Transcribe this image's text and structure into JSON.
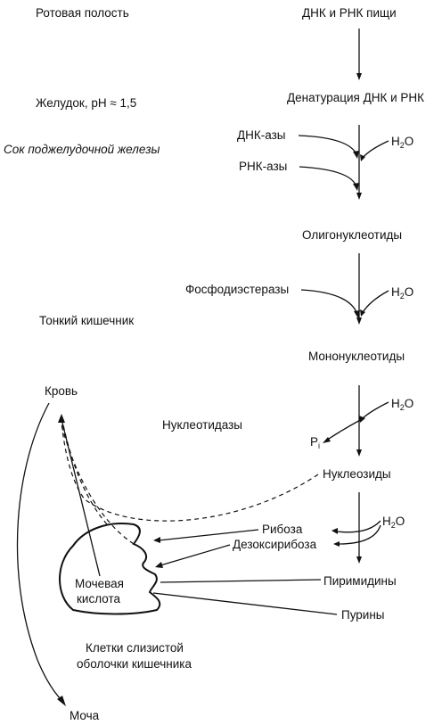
{
  "left_labels": {
    "oral_cavity": "Ротовая полость",
    "stomach": "Желудок, pH ≈ 1,5",
    "pancreatic_juice": "Сок поджелудочной железы",
    "small_intestine": "Тонкий кишечник",
    "blood": "Кровь",
    "nucleotidases": "Нуклеотидазы",
    "cells_line1": "Клетки слизистой",
    "cells_line2": "оболочки кишечника",
    "urine": "Моча"
  },
  "pathway": {
    "dna_rna_food": "ДНК и РНК  пищи",
    "denaturation": "Денатурация ДНК и РНК",
    "dnases": "ДНК-азы",
    "rnases": "РНК-азы",
    "oligonucleotides": "Олигонуклеотиды",
    "phosphodiesterases": "Фосфодиэстеразы",
    "mononucleotides": "Мононуклеотиды",
    "nucleosides": "Нуклеозиды",
    "ribose": "Рибоза",
    "deoxyribose": "Дезоксирибоза",
    "pyrimidines": "Пиримидины",
    "purines": "Пурины"
  },
  "water": {
    "h": "H",
    "sub": "2",
    "o": "O"
  },
  "phosphate": {
    "p": "P",
    "sub": "i"
  },
  "cell": {
    "uric_line1": "Мочевая",
    "uric_line2": "кислота"
  }
}
